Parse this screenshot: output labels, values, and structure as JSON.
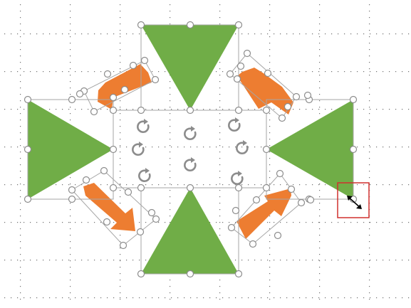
{
  "app": {
    "type": "slide-canvas-shape-editing"
  },
  "colors": {
    "canvas_bg": "#ffffff",
    "grid_dot": "#6f6f6f",
    "triangle_fill": "#70ad47",
    "arrow_fill": "#ed7d31",
    "selection_line": "#a6a6a6",
    "handle_stroke": "#8c8c8c",
    "handle_fill": "#ffffff",
    "rotate_icon": "#8c8c8c",
    "highlight_box": "#d0302e",
    "cursor": "#000000"
  },
  "shapes": {
    "triangles": [
      {
        "id": "triangle-top",
        "direction": "down"
      },
      {
        "id": "triangle-left",
        "direction": "right"
      },
      {
        "id": "triangle-right",
        "direction": "left"
      },
      {
        "id": "triangle-bottom",
        "direction": "up"
      }
    ],
    "arrows": [
      {
        "id": "arrow-upper-left",
        "points_toward": "down-left"
      },
      {
        "id": "arrow-upper-right",
        "points_toward": "up-left"
      },
      {
        "id": "arrow-lower-left",
        "points_toward": "down-right"
      },
      {
        "id": "arrow-lower-right",
        "points_toward": "up-right"
      }
    ]
  },
  "selection": {
    "state": "multiple-shapes-selected",
    "rotation_handles": 8
  },
  "cursor": {
    "icon": "resize-diagonal-cursor-icon",
    "highlighted": true
  }
}
